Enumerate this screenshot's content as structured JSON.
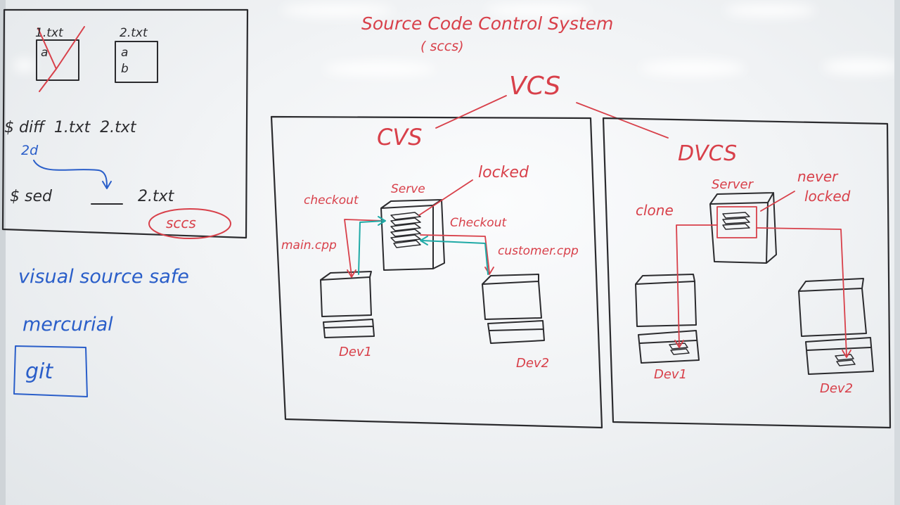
{
  "colors": {
    "black": "#2b2b2e",
    "red": "#d8404a",
    "blue": "#2a5ec9",
    "teal": "#1faaa6"
  },
  "diff_panel": {
    "file1": "1.txt",
    "file2": "2.txt",
    "file1_line": "a",
    "file2_lines": [
      "a",
      "b"
    ],
    "diff_cmd": "$ diff  1.txt  2.txt",
    "diff_output": "2d",
    "sed_cmd": "$ sed",
    "sed_file": "2.txt",
    "sccs": "sccs"
  },
  "title": {
    "line1": "Source Code Control System",
    "line2": "( sccs)"
  },
  "vcs": "VCS",
  "cvs": {
    "label": "CVS",
    "server": "Serve",
    "locked": "locked",
    "checkout_left": "checkout",
    "checkout_right": "Checkout",
    "file_left": "main.cpp",
    "file_right": "customer.cpp",
    "dev1": "Dev1",
    "dev2": "Dev2"
  },
  "dvcs": {
    "label": "DVCS",
    "server": "Server",
    "never_locked": [
      "never",
      "locked"
    ],
    "clone": "clone",
    "dev1": "Dev1",
    "dev2": "Dev2"
  },
  "tools": [
    "visual source safe",
    "mercurial",
    "git"
  ]
}
